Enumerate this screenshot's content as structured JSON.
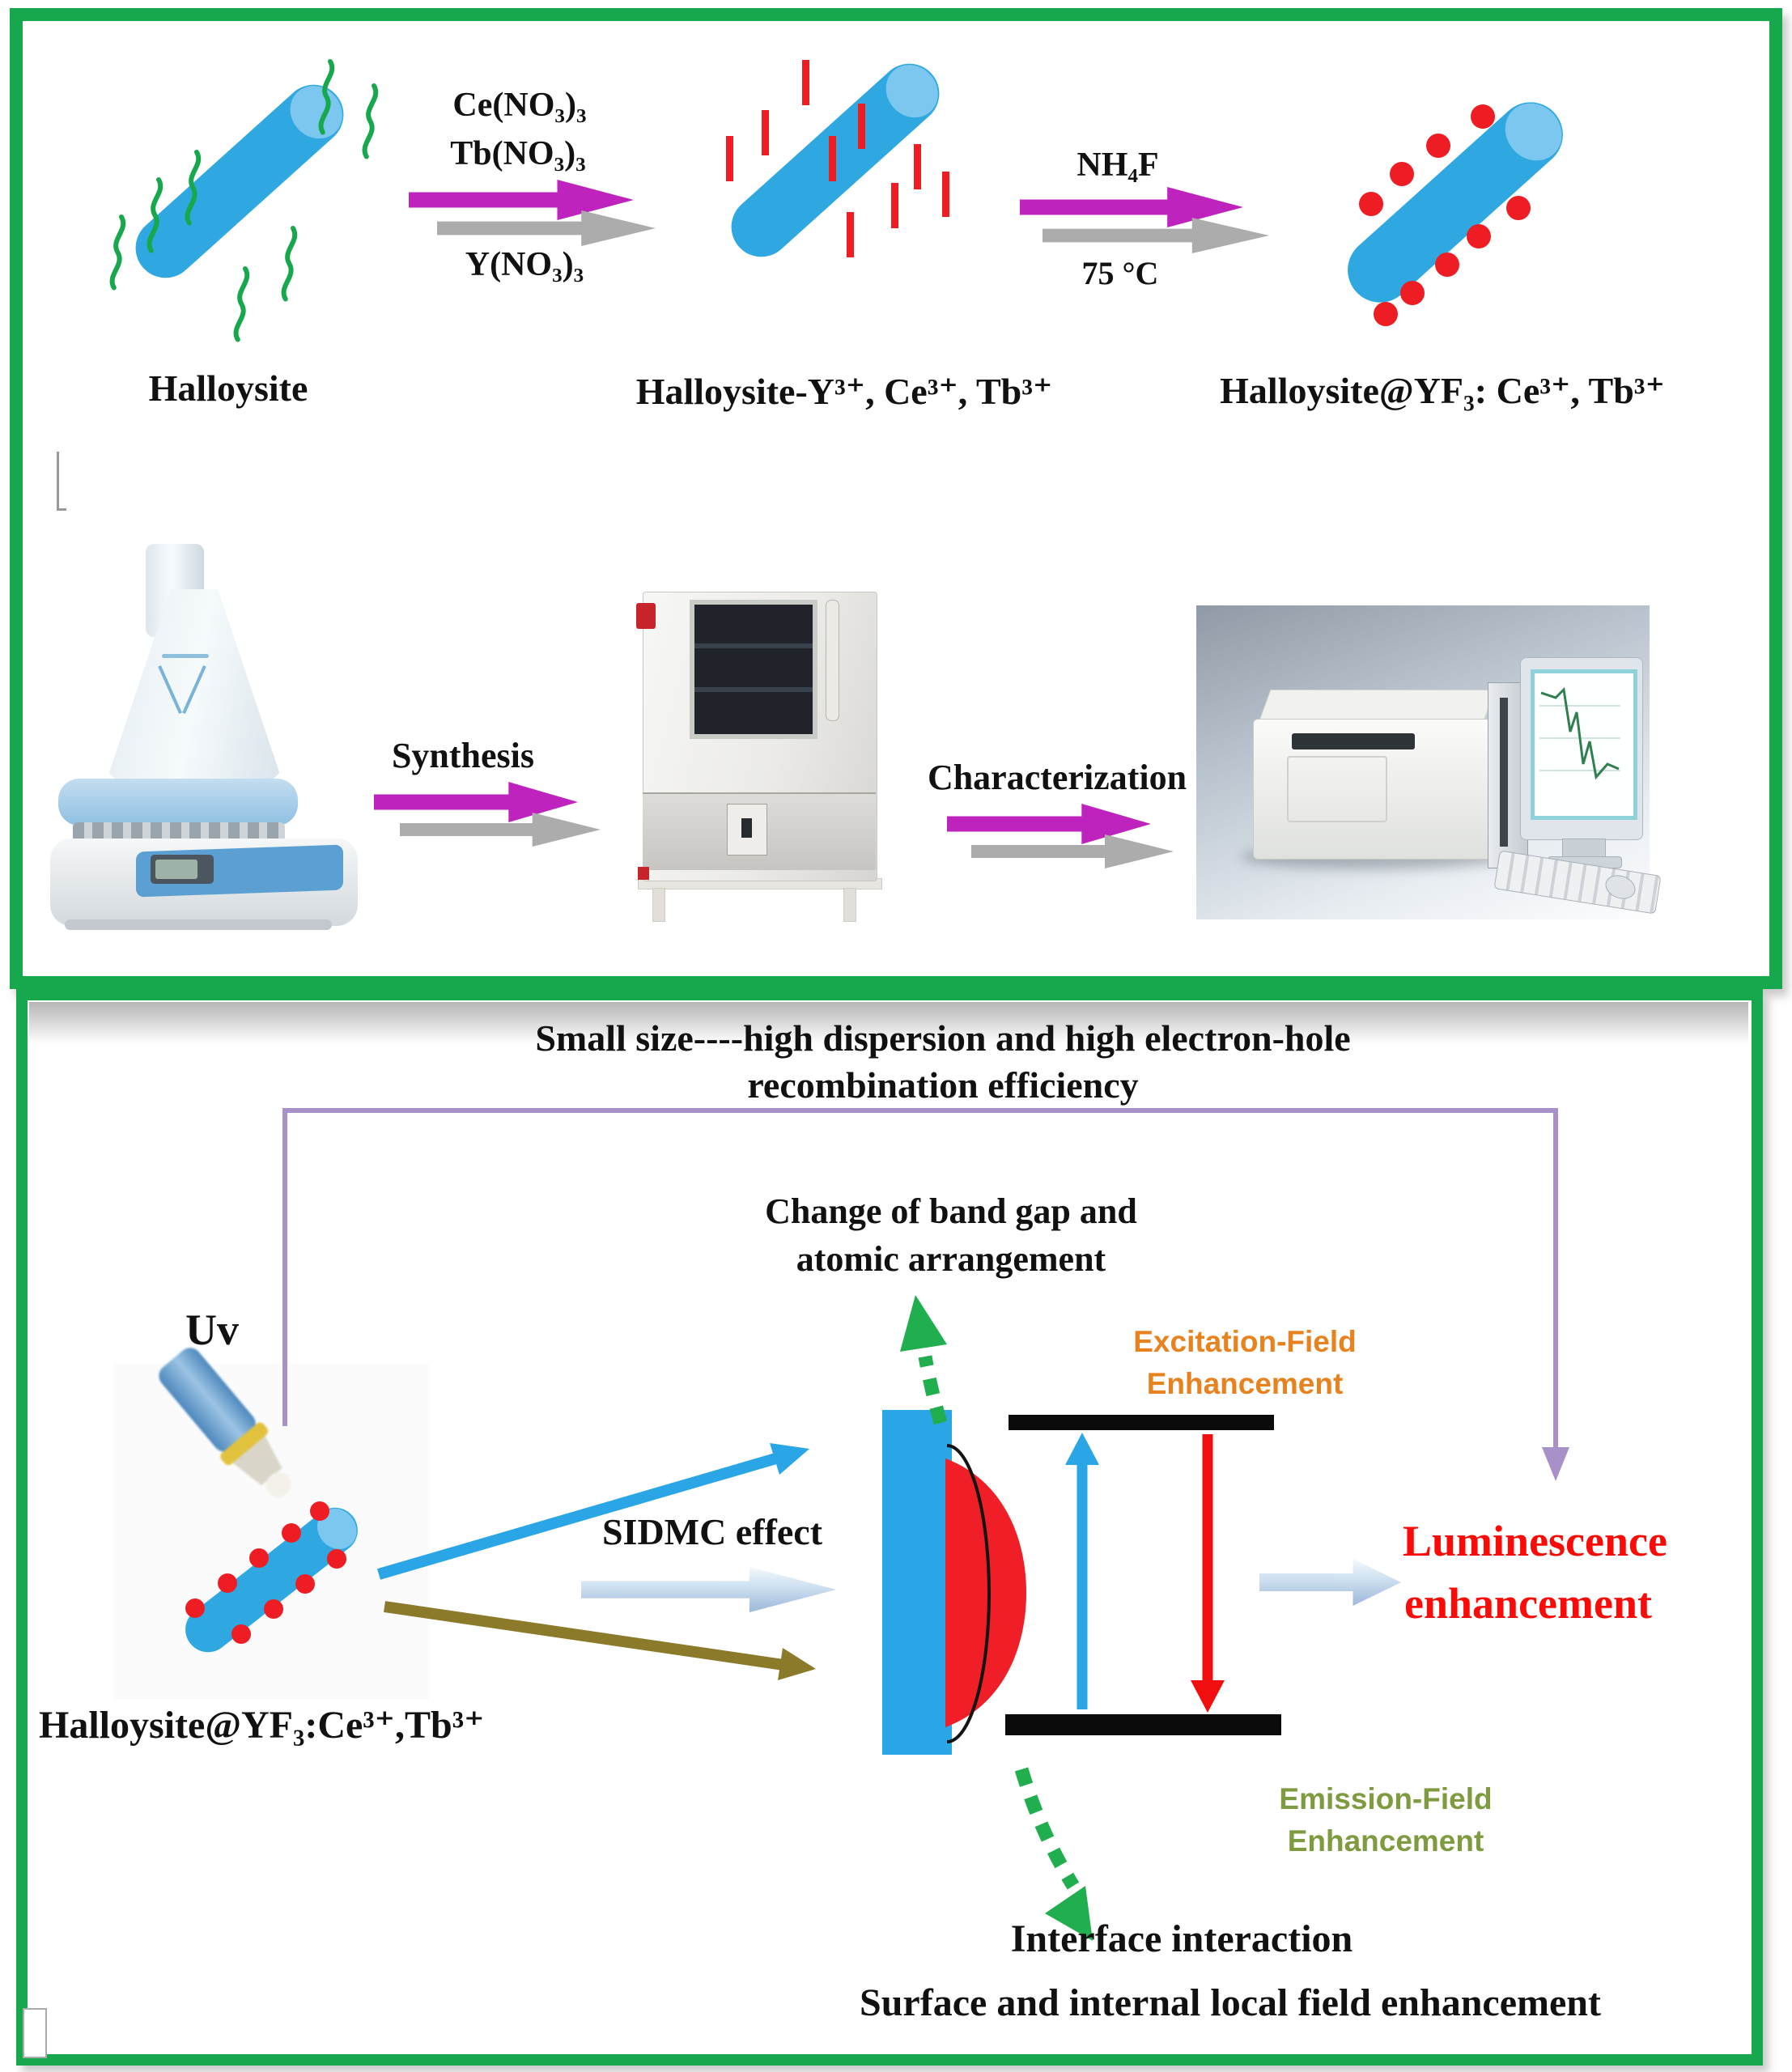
{
  "colors": {
    "panel_border": "#17a74c",
    "magenta_arrow": "#be23be",
    "gray_arrow": "#acacac",
    "rod_blue": "#2fa8e1",
    "rod_light_end": "#7cc7ef",
    "red": "#ee1d23",
    "olive_arrow": "#8b7a2a",
    "purple_line": "#a891c9",
    "orange_text": "#e8821e",
    "olive_green_text": "#7e9b3f",
    "red_text": "#fb0b07",
    "green_arrow": "#21ae4f"
  },
  "panel1": {
    "halloysite_label": "Halloysite",
    "reagent_ce": "Ce(NO₃)₃",
    "reagent_tb": "Tb(NO₃)₃",
    "reagent_y": "Y(NO₃)₃",
    "product1_label": "Halloysite-Y³⁺, Ce³⁺, Tb³⁺",
    "nh4f_label": "NH₄F",
    "temp_label": "75 °C",
    "product2_label": "Halloysite@YF₃: Ce³⁺, Tb³⁺",
    "synthesis_label": "Synthesis",
    "characterization_label": "Characterization"
  },
  "panel2": {
    "title_line1": "Small size----high dispersion and high electron-hole",
    "title_line2": "recombination efficiency",
    "bandgap_line1": "Change of band gap and",
    "bandgap_line2": "atomic arrangement",
    "uv_label": "Uv",
    "sidmc_label": "SIDMC effect",
    "sample_label": "Halloysite@YF₃:Ce³⁺,Tb³⁺",
    "excitation_line1": "Excitation-Field",
    "excitation_line2": "Enhancement",
    "luminescence_line1": "Luminescence",
    "luminescence_line2": "enhancement",
    "emission_line1": "Emission-Field",
    "emission_line2": "Enhancement",
    "interface_label": "Interface interaction",
    "surface_label": "Surface and internal local field enhancement"
  }
}
